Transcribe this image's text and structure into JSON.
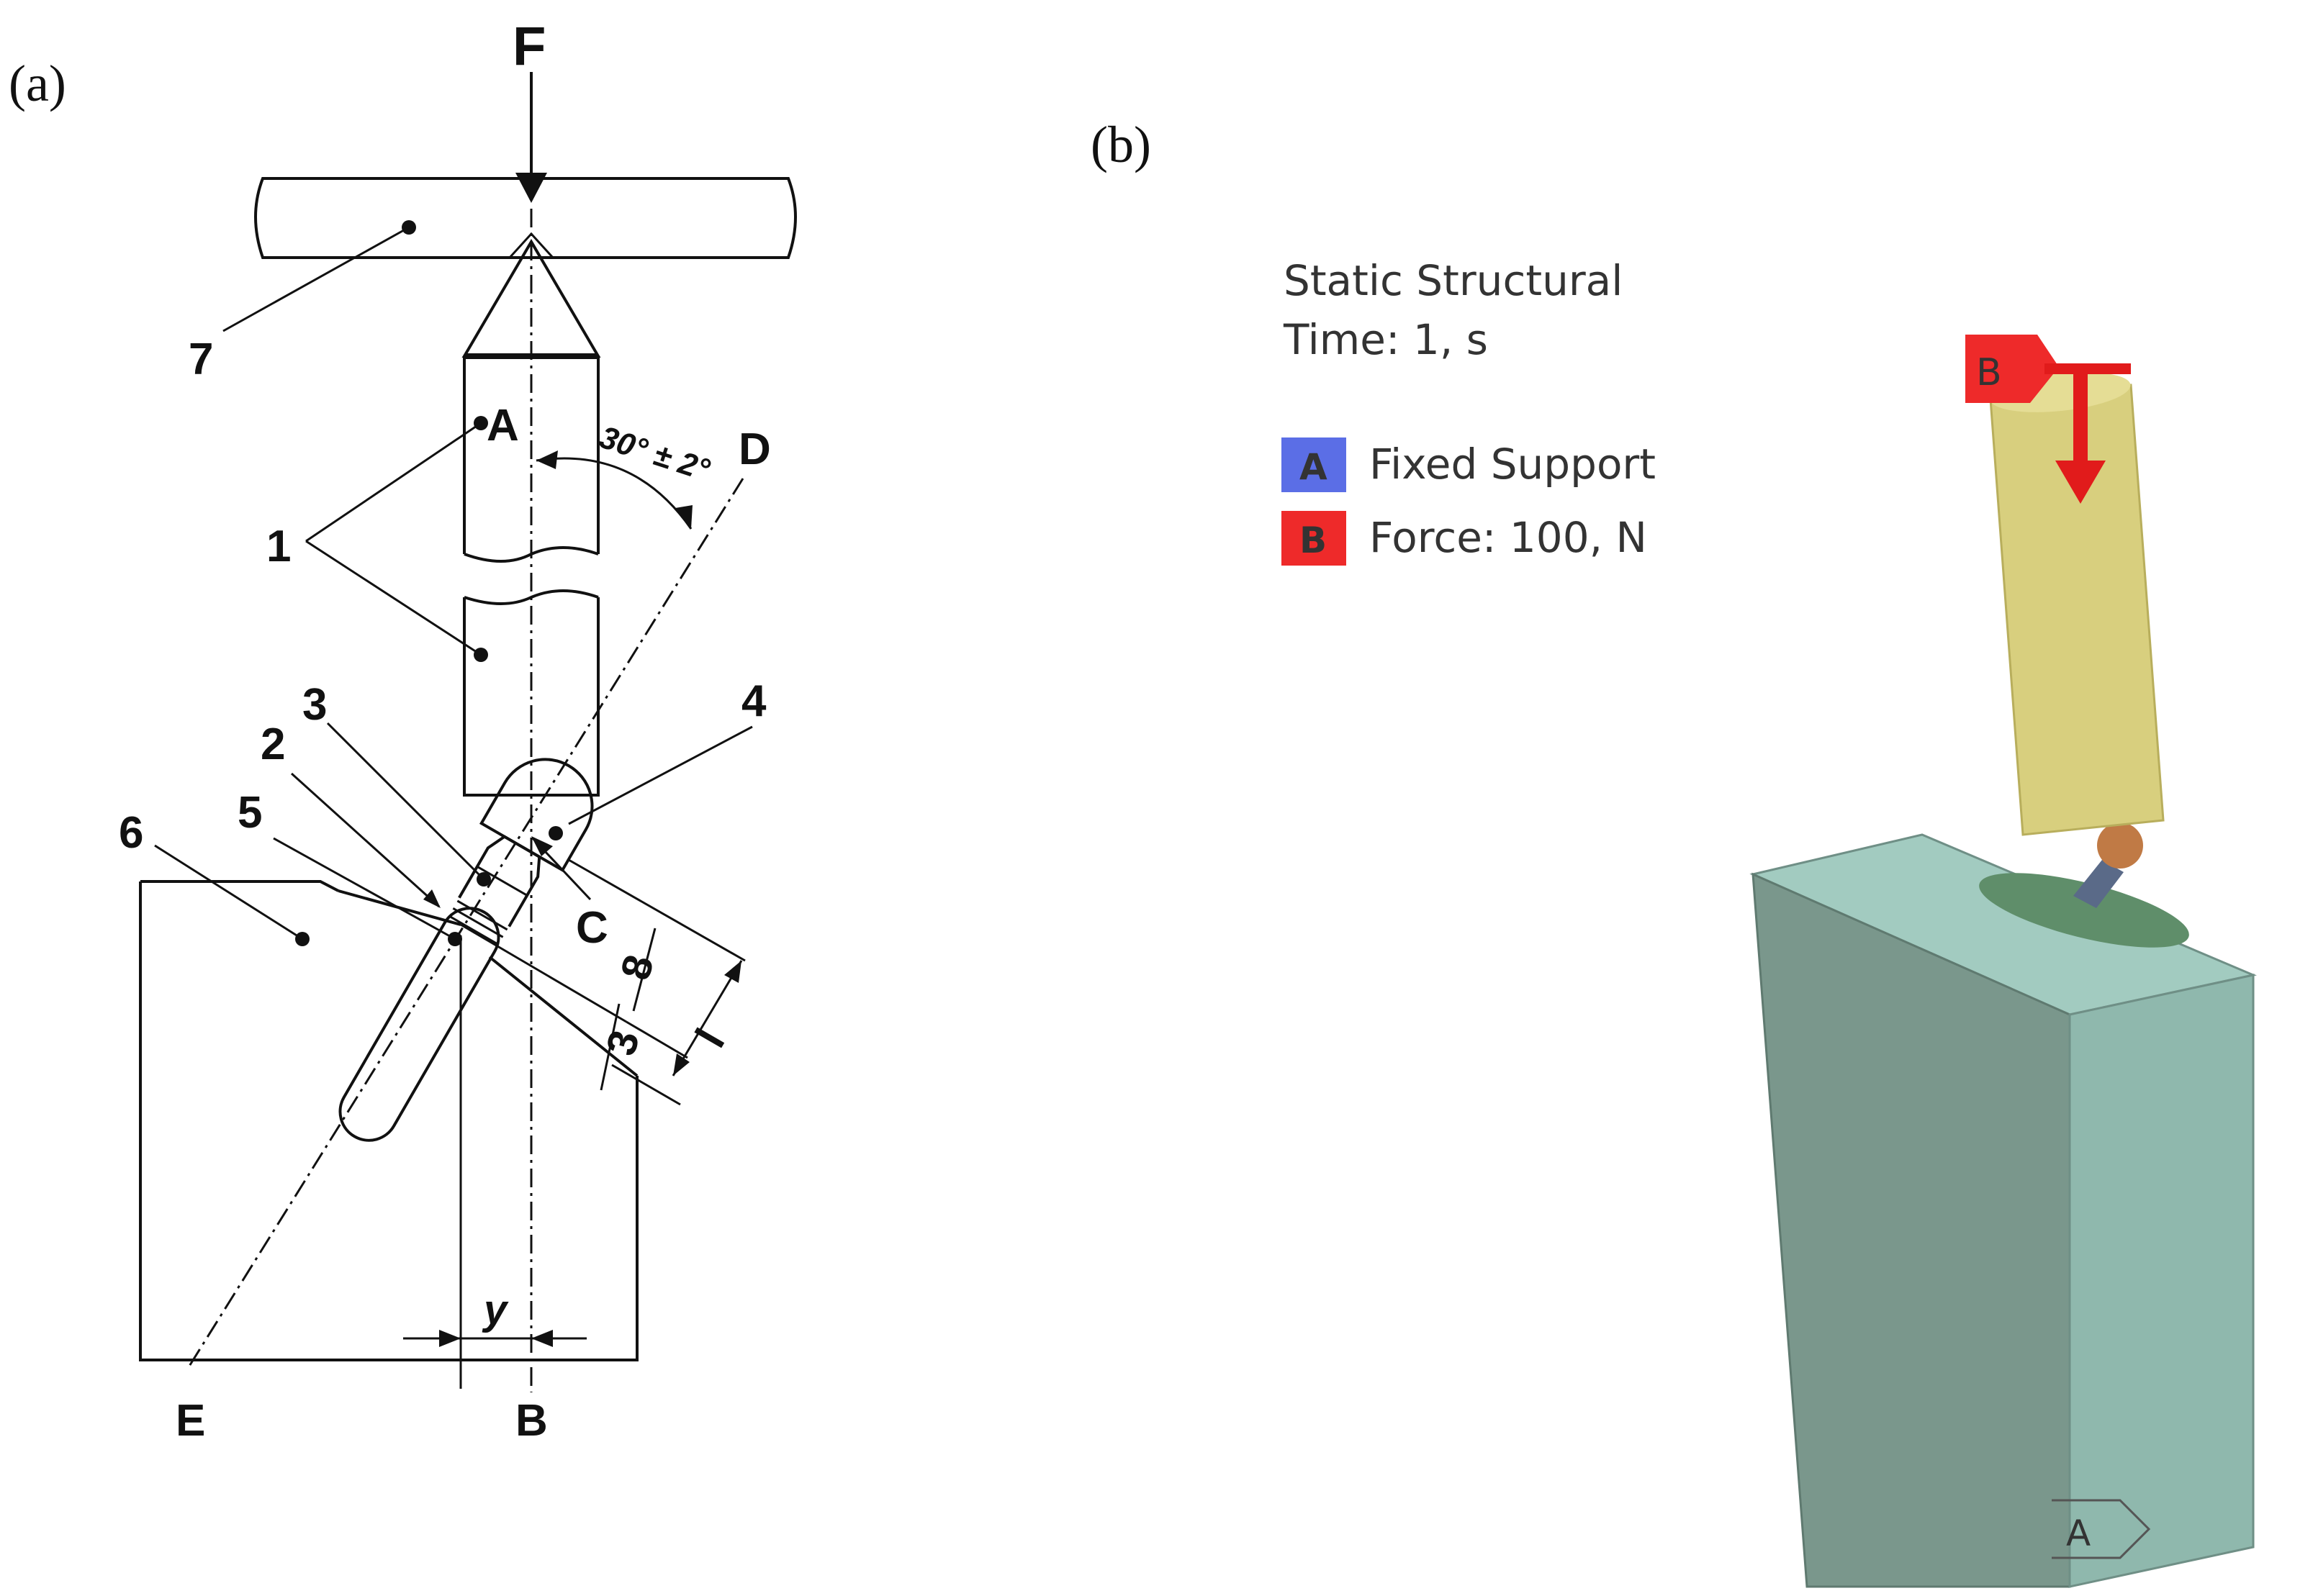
{
  "panels": {
    "a": {
      "label": "(a)"
    },
    "b": {
      "label": "(b)"
    }
  },
  "diagram_a": {
    "force_label": "F",
    "point_A": "A",
    "point_B": "B",
    "point_C": "C",
    "point_D": "D",
    "point_E": "E",
    "angle_label": "30° ± 2°",
    "parts": [
      "1",
      "2",
      "3",
      "4",
      "5",
      "6",
      "7"
    ],
    "dim_8": "8",
    "dim_3": "3",
    "dim_l": "l",
    "dim_y": "y"
  },
  "sim_view": {
    "title": "Static Structural",
    "time": "Time: 1, s",
    "legend": [
      {
        "key": "A",
        "label": "Fixed Support",
        "color": "#5b6ee6"
      },
      {
        "key": "B",
        "label": "Force: 100, N",
        "color": "#ee2a2a"
      }
    ],
    "model_label_B": "B",
    "model_label_A": "A",
    "colors": {
      "rod": "#d8cf7e",
      "block_front": "#7a978c",
      "block_side": "#8fb8ad",
      "block_top": "#a2cbc0",
      "ball": "#c07a45",
      "force": "#e11b1b"
    }
  }
}
